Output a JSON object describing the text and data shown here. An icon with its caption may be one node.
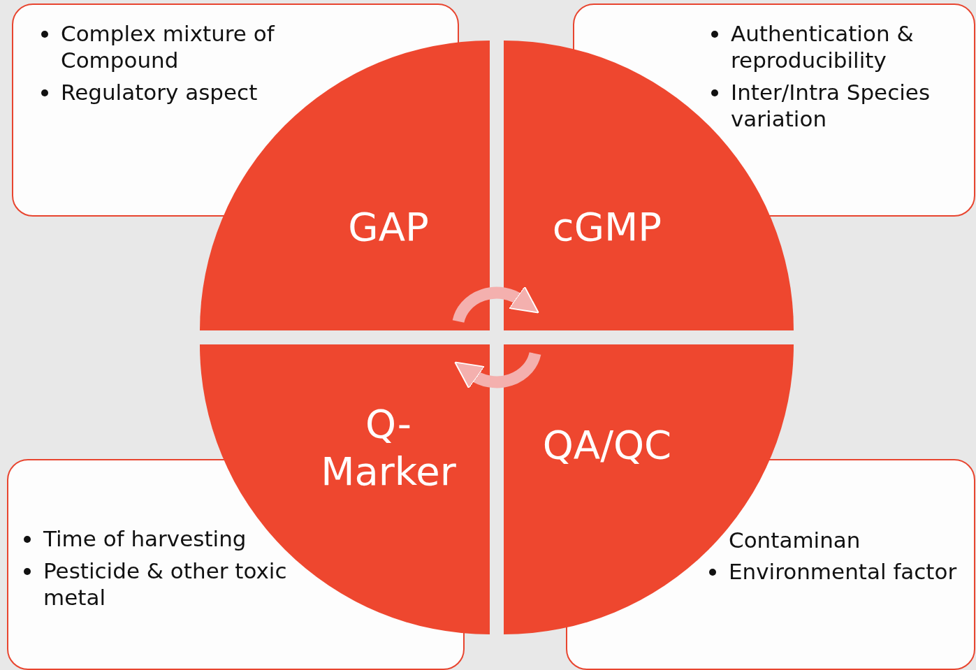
{
  "diagram": {
    "nodes": [
      {
        "text": [
          "Complex mixture of Compound",
          "Regulatory aspect"
        ]
      },
      {
        "text": [
          "Authentication & reproducibility",
          "Inter/Intra Species variation"
        ]
      },
      {
        "text": [
          "GAP"
        ]
      },
      {
        "text": [
          "cGMP"
        ]
      },
      {
        "text": [
          "Q-Marker"
        ]
      },
      {
        "text": [
          "QA/QC"
        ]
      },
      {
        "text": [
          "Time of harvesting",
          "Pesticide & other toxic metal"
        ]
      },
      {
        "text": [
          "Contaminan",
          "Environmental factor"
        ]
      }
    ],
    "edges": [
      {
        "from": 2,
        "to": 3,
        "arrow": "to"
      },
      {
        "from": 5,
        "to": 4,
        "arrow": "to"
      }
    ]
  }
}
